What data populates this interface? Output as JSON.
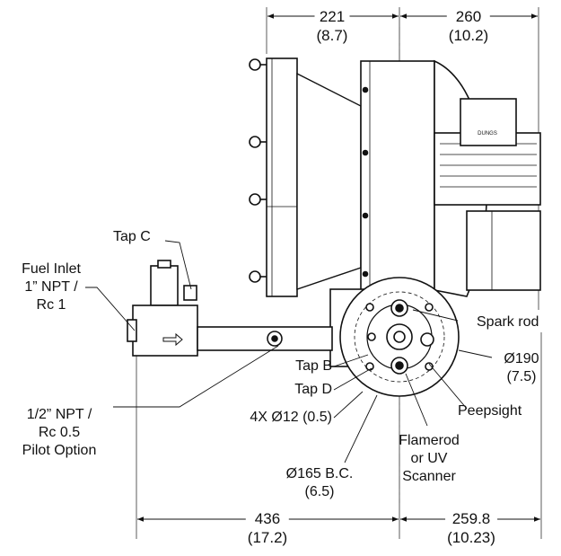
{
  "dimensions": {
    "top_left": {
      "value": "221",
      "inch": "(8.7)"
    },
    "top_right": {
      "value": "260",
      "inch": "(10.2)"
    },
    "bottom_left": {
      "value": "436",
      "inch": "(17.2)"
    },
    "bottom_right": {
      "value": "259.8",
      "inch": "(10.23)"
    }
  },
  "labels": {
    "tap_c": "Tap C",
    "fuel_inlet": [
      "Fuel Inlet",
      "1” NPT /",
      "Rc 1"
    ],
    "pilot_option": [
      "1/2” NPT /",
      "Rc 0.5",
      "Pilot Option"
    ],
    "spark_rod": "Spark rod",
    "tap_b": "Tap B",
    "tap_d": "Tap D",
    "dia_190": [
      "Ø190",
      "(7.5)"
    ],
    "holes": "4X Ø12 (0.5)",
    "peepsight": "Peepsight",
    "flamerod": [
      "Flamerod",
      "or UV",
      "Scanner"
    ],
    "bolt_circle": [
      "Ø165 B.C.",
      "(6.5)"
    ]
  },
  "motor_brand": "DUNGS"
}
